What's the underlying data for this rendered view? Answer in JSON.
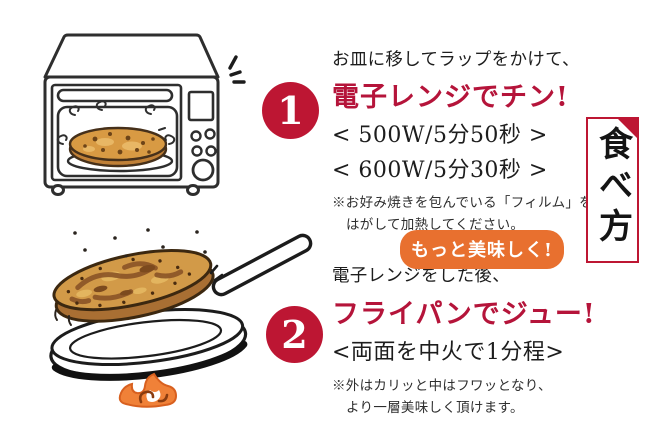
{
  "page": {
    "title": "okonomiyaki-heating-instructions",
    "background": "#ffffff"
  },
  "side_label": {
    "text": "食べ方"
  },
  "steps": [
    {
      "number": "1",
      "illustration": "microwave-oven-with-okonomiyaki",
      "intro": "お皿に移してラップをかけて、",
      "headline": "電子レンジでチン!",
      "details": [
        "< 500W/5分50秒 >",
        "< 600W/5分30秒 >"
      ],
      "notes": [
        "※お好み焼きを包んでいる「フィルム」を",
        "はがして加熱してください。"
      ]
    },
    {
      "number": "2",
      "illustration": "frying-pan-flipping-okonomiyaki-over-flame",
      "badge": "もっと美味しく!",
      "intro": "電子レンジをした後、",
      "headline": "フライパンでジュー!",
      "details": [
        "<両面を中火で1分程>"
      ],
      "notes": [
        "※外はカリッと中はフワッとなり、",
        "より一層美味しく頂けます。"
      ]
    }
  ],
  "colors": {
    "accent_red": "#bd1633",
    "headline_red": "#b5143a",
    "badge_orange": "#e8702f",
    "flame_orange": "#f08138",
    "food_golden": "#d29a48",
    "food_brown": "#8a5426",
    "line_black": "#2e2e2e"
  }
}
